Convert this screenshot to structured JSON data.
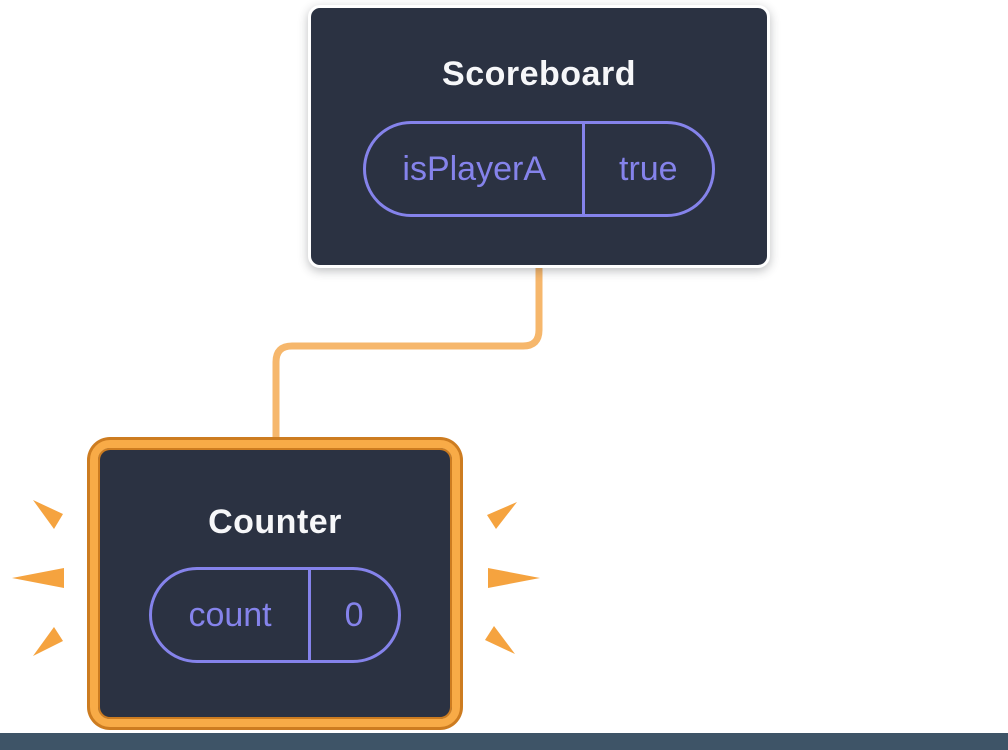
{
  "diagram": {
    "description": "Component tree diagram: parent component with state passing down to a highlighted child component",
    "colors": {
      "background": "#ffffff",
      "node_background": "#2b3242",
      "node_border_plain": "#ffffff",
      "state_accent": "#8583eb",
      "connector": "#f6b76c",
      "highlight_border": "#f8ab47",
      "highlight_border_edge": "#cd7c20",
      "spark": "#f5a33f",
      "footer_strip": "#3e5467",
      "title_text": "#f6f7f9"
    },
    "nodes": [
      {
        "id": "scoreboard",
        "title": "Scoreboard",
        "highlighted": false,
        "state": {
          "name": "isPlayerA",
          "value": "true"
        }
      },
      {
        "id": "counter",
        "title": "Counter",
        "highlighted": true,
        "state": {
          "name": "count",
          "value": "0"
        }
      }
    ],
    "edges": [
      {
        "from": "scoreboard",
        "to": "counter"
      }
    ]
  }
}
